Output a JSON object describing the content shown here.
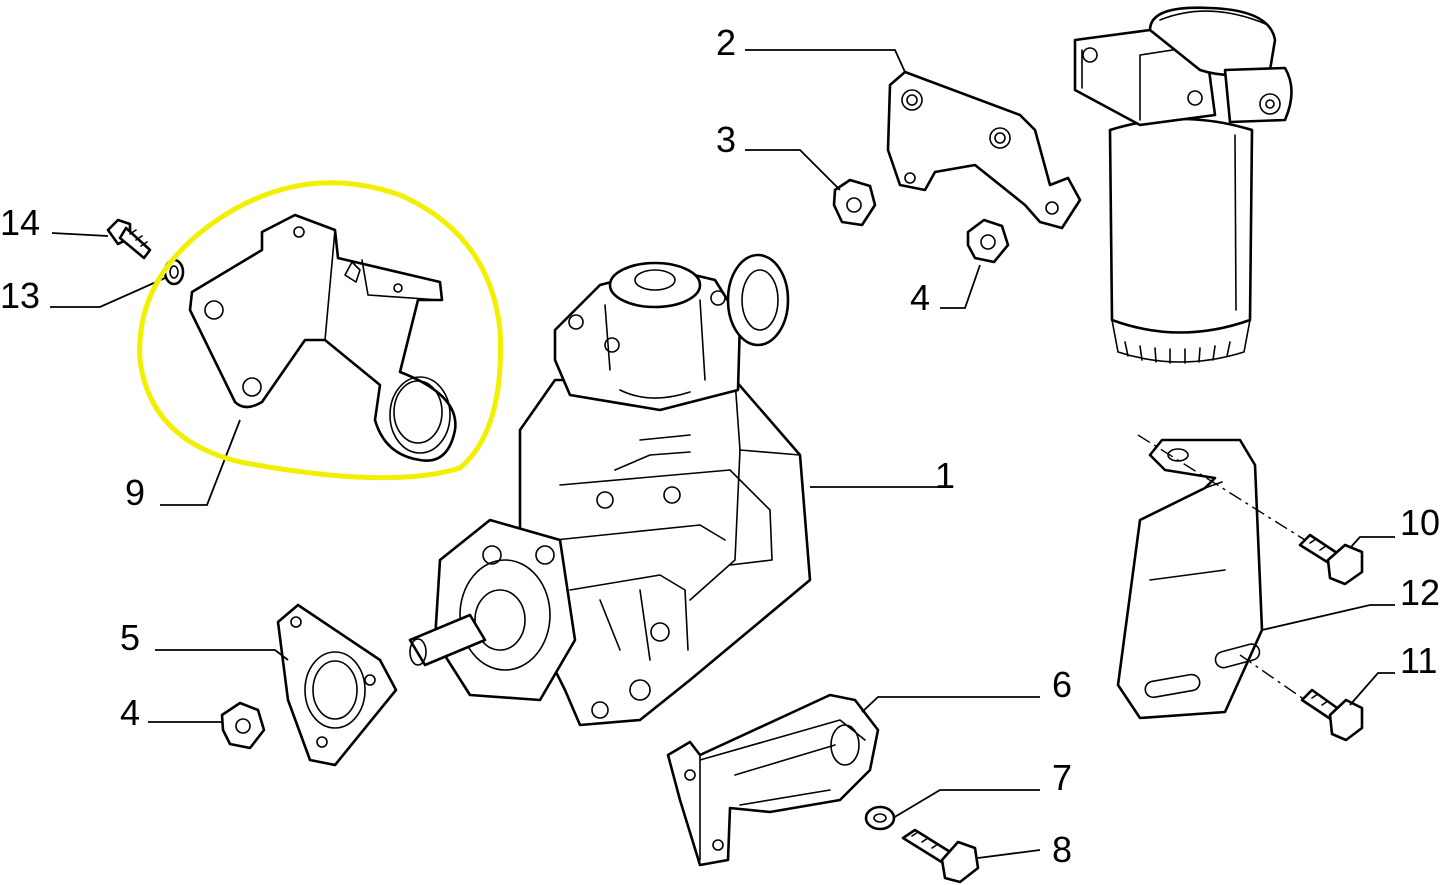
{
  "highlight_color": "#f2f000",
  "callouts": [
    {
      "id": "1",
      "label": "1"
    },
    {
      "id": "2",
      "label": "2"
    },
    {
      "id": "3",
      "label": "3"
    },
    {
      "id": "4a",
      "label": "4"
    },
    {
      "id": "4b",
      "label": "4"
    },
    {
      "id": "5",
      "label": "5"
    },
    {
      "id": "6",
      "label": "6"
    },
    {
      "id": "7",
      "label": "7"
    },
    {
      "id": "8",
      "label": "8"
    },
    {
      "id": "9",
      "label": "9"
    },
    {
      "id": "10",
      "label": "10"
    },
    {
      "id": "11",
      "label": "11"
    },
    {
      "id": "12",
      "label": "12"
    },
    {
      "id": "13",
      "label": "13"
    },
    {
      "id": "14",
      "label": "14"
    }
  ]
}
